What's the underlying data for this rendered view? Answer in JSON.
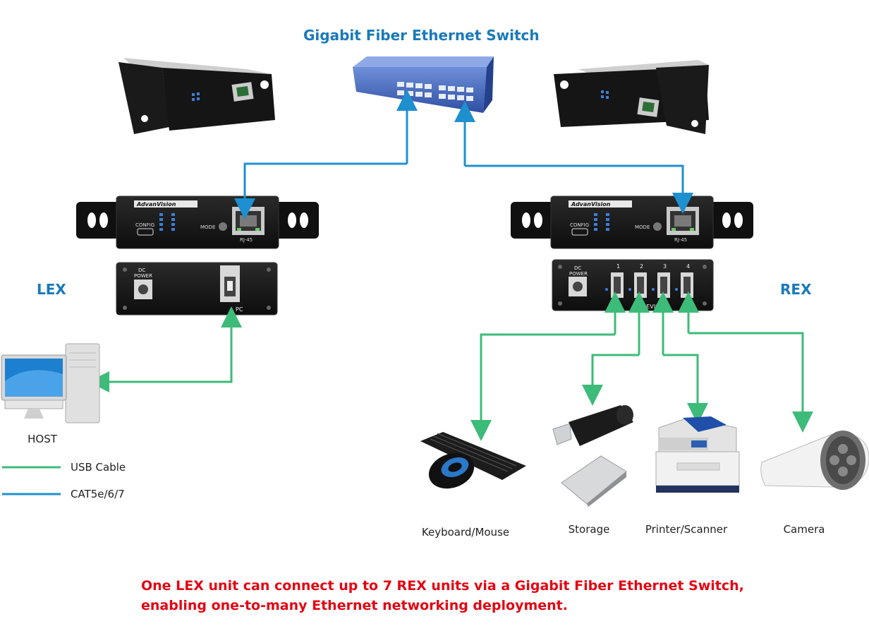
{
  "title": "Gigabit Fiber Ethernet Switch",
  "lex_label": "LEX",
  "rex_label": "REX",
  "host_label": "HOST",
  "legend": {
    "usb": "USB Cable",
    "cat": "CAT5e/6/7",
    "usb_color": "#3dbb78",
    "cat_color": "#1e90d0"
  },
  "device_text": {
    "brand": "AdvanVision",
    "config": "CONFIG",
    "mode": "MODE",
    "rj45": "RJ-45",
    "dc_power_1": "DC",
    "dc_power_2": "POWER",
    "pc": "PC",
    "device": "DEVICE",
    "ports": [
      "1",
      "2",
      "3",
      "4"
    ]
  },
  "devices": {
    "keyboard": "Keyboard/Mouse",
    "storage": "Storage",
    "printer": "Printer/Scanner",
    "camera": "Camera"
  },
  "footer": {
    "line1": "One LEX unit can connect up to 7 REX units via a Gigabit Fiber Ethernet Switch,",
    "line2": "enabling one-to-many Ethernet networking deployment."
  }
}
